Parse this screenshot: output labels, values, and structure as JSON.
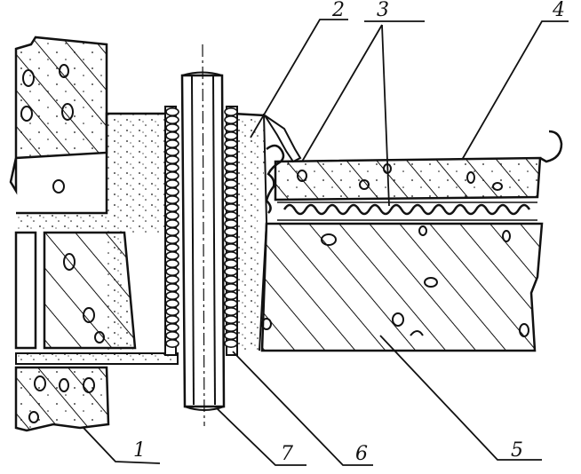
{
  "callouts": [
    {
      "id": "c1",
      "text": "1"
    },
    {
      "id": "c2",
      "text": "2"
    },
    {
      "id": "c3",
      "text": "3"
    },
    {
      "id": "c4",
      "text": "4"
    },
    {
      "id": "c5",
      "text": "5"
    },
    {
      "id": "c6",
      "text": "6"
    },
    {
      "id": "c7",
      "text": "7"
    }
  ],
  "colors": {
    "ink": "#111111",
    "paper": "#ffffff"
  }
}
